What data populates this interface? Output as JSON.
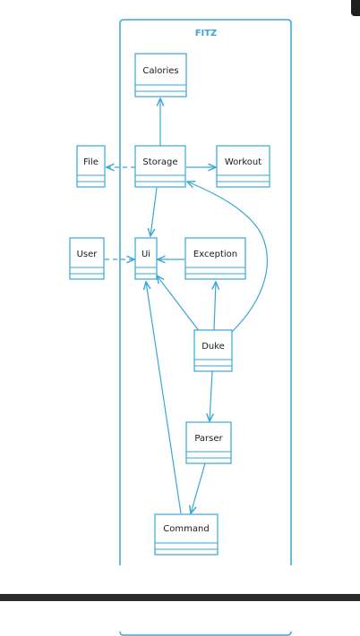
{
  "package": {
    "title": "FITZ"
  },
  "classes": {
    "calories": "Calories",
    "file": "File",
    "storage": "Storage",
    "workout": "Workout",
    "user": "User",
    "ui": "Ui",
    "exception": "Exception",
    "duke": "Duke",
    "parser": "Parser",
    "command": "Command"
  },
  "colors": {
    "line": "#3aa7d4",
    "box_fill": "#ffffff",
    "band": "#2b2b2b",
    "text": "#1a1a1a"
  }
}
